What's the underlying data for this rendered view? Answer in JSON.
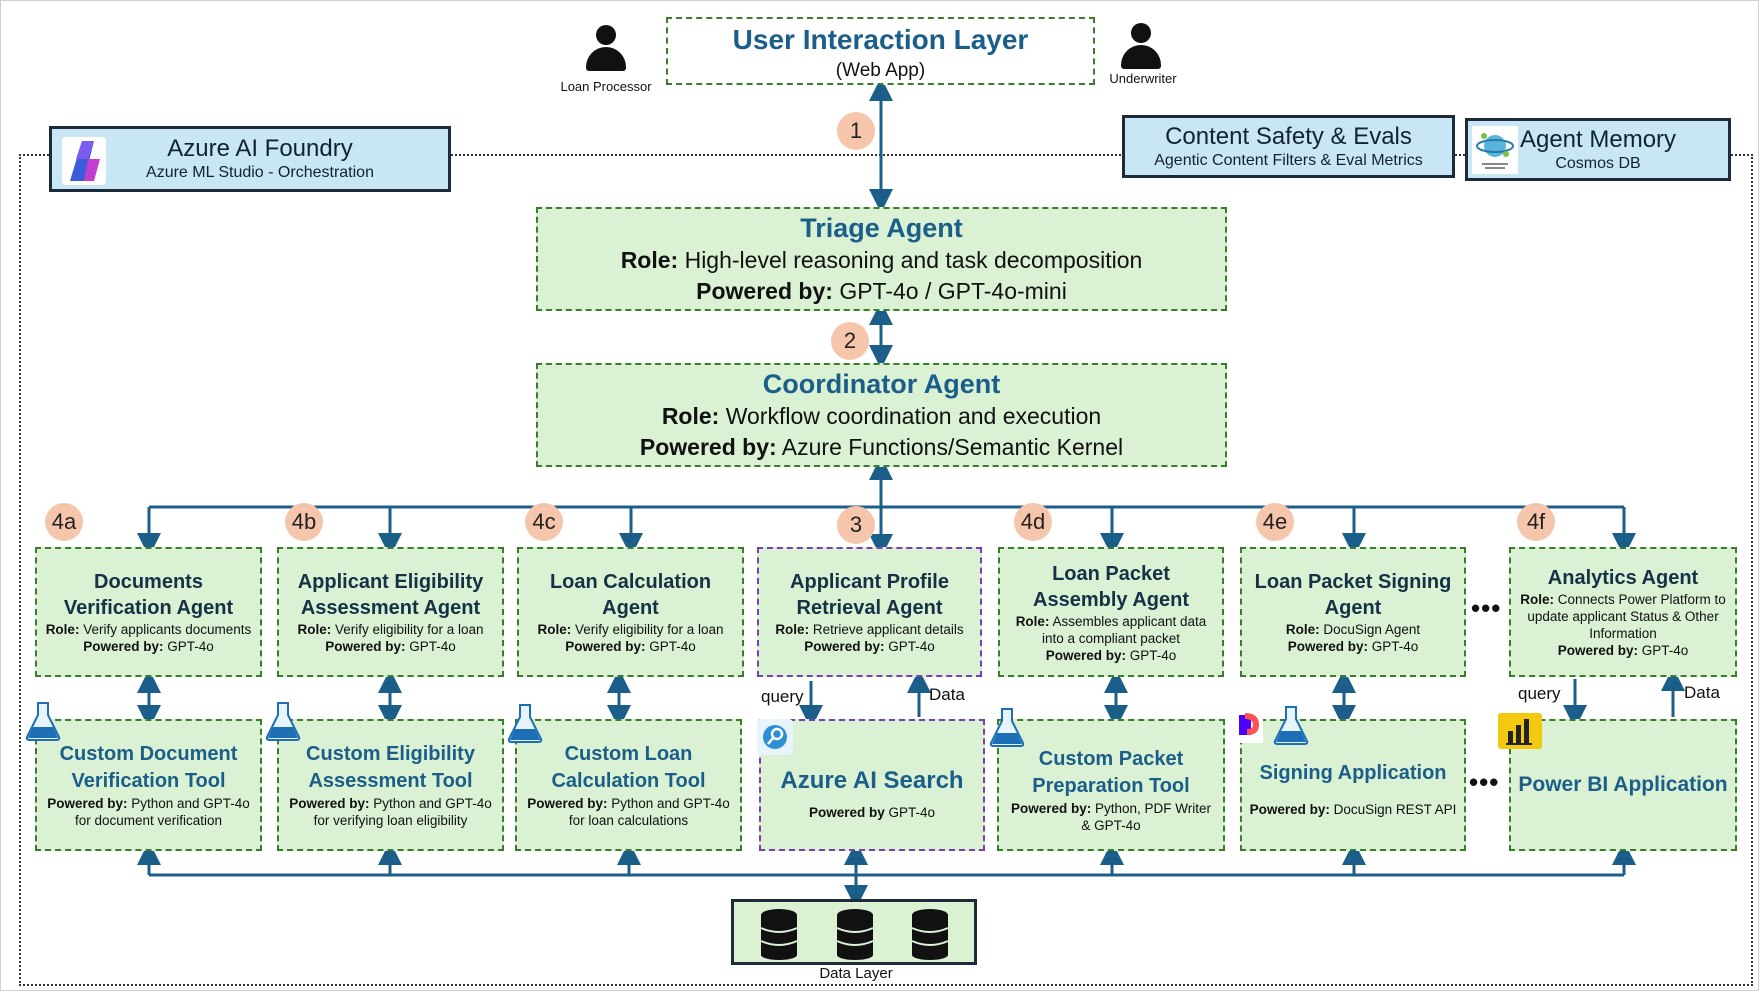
{
  "user_layer": {
    "title": "User Interaction Layer",
    "subtitle": "(Web App)"
  },
  "users": [
    {
      "label": "Loan Processor",
      "icon": "person-icon"
    },
    {
      "label": "Underwriter",
      "icon": "person-icon"
    }
  ],
  "foundry": {
    "title": "Azure AI Foundry",
    "subtitle": "Azure ML Studio - Orchestration",
    "icon": "azure-ai-foundry-icon"
  },
  "content_safety": {
    "title": "Content Safety & Evals",
    "subtitle": "Agentic Content Filters & Eval Metrics"
  },
  "agent_memory": {
    "title": "Agent Memory",
    "subtitle": "Cosmos DB",
    "icon": "cosmos-db-icon"
  },
  "triage": {
    "title": "Triage Agent",
    "role_label": "Role:",
    "role": "High-level reasoning and task decomposition",
    "powered_label": "Powered by:",
    "powered": "GPT-4o / GPT-4o-mini"
  },
  "coordinator": {
    "title": "Coordinator Agent",
    "role_label": "Role:",
    "role": "Workflow coordination and execution",
    "powered_label": "Powered by:",
    "powered": "Azure Functions/Semantic Kernel"
  },
  "badges": {
    "b1": "1",
    "b2": "2",
    "b3": "3",
    "b4a": "4a",
    "b4b": "4b",
    "b4c": "4c",
    "b4d": "4d",
    "b4e": "4e",
    "b4f": "4f"
  },
  "agents": [
    {
      "title": "Documents Verification Agent",
      "role_label": "Role:",
      "role": "Verify applicants documents",
      "powered_label": "Powered by:",
      "powered": "GPT-4o"
    },
    {
      "title": "Applicant Eligibility Assessment Agent",
      "role_label": "Role:",
      "role": "Verify eligibility for a loan",
      "powered_label": "Powered by:",
      "powered": "GPT-4o"
    },
    {
      "title": "Loan Calculation Agent",
      "role_label": "Role:",
      "role": "Verify eligibility for a loan",
      "powered_label": "Powered by:",
      "powered": "GPT-4o"
    },
    {
      "title": "Applicant Profile Retrieval Agent",
      "role_label": "Role:",
      "role": "Retrieve applicant details",
      "powered_label": "Powered by:",
      "powered": "GPT-4o"
    },
    {
      "title": "Loan Packet Assembly Agent",
      "role_label": "Role:",
      "role": "Assembles applicant data into a compliant packet",
      "powered_label": "Powered by:",
      "powered": "GPT-4o"
    },
    {
      "title": "Loan Packet Signing Agent",
      "role_label": "Role:",
      "role": "DocuSign Agent",
      "powered_label": "Powered by:",
      "powered": "GPT-4o"
    },
    {
      "title": "Analytics Agent",
      "role_label": "Role:",
      "role": "Connects Power Platform to update applicant Status & Other Information",
      "powered_label": "Powered by:",
      "powered": "GPT-4o"
    }
  ],
  "tools": [
    {
      "title": "Custom Document Verification Tool",
      "powered_label": "Powered by:",
      "powered": "Python and GPT-4o for document verification",
      "icon": "azure-ml-flask-icon"
    },
    {
      "title": "Custom Eligibility Assessment Tool",
      "powered_label": "Powered by:",
      "powered": "Python and GPT-4o for verifying loan eligibility",
      "icon": "azure-ml-flask-icon"
    },
    {
      "title": "Custom Loan Calculation Tool",
      "powered_label": "Powered by:",
      "powered": "Python and GPT-4o for loan calculations",
      "icon": "azure-ml-flask-icon"
    },
    {
      "title": "Azure AI Search",
      "powered_label": "Powered by",
      "powered": "GPT-4o",
      "icon": "azure-ai-search-icon"
    },
    {
      "title": "Custom Packet Preparation Tool",
      "powered_label": "Powered by:",
      "powered": "Python, PDF Writer & GPT-4o",
      "icon": "azure-ml-flask-icon"
    },
    {
      "title": "Signing Application",
      "powered_label": "Powered by:",
      "powered": "DocuSign REST API",
      "icon": "docusign-icon"
    },
    {
      "title": "Power BI Application",
      "powered_label": "",
      "powered": "",
      "icon": "power-bi-icon"
    }
  ],
  "edge_labels": {
    "query_left": "query",
    "data_left": "Data",
    "query_right": "query",
    "data_right": "Data"
  },
  "ellipsis": "•••",
  "data_layer": {
    "label": "Data Layer",
    "icon": "database-icon"
  },
  "colors": {
    "agent_fill": "#daf1d4",
    "agent_border": "#3a7d2a",
    "search_border": "#7a3fb0",
    "header_fill": "#c9e6f4",
    "title_blue": "#1b5e8a",
    "badge": "#f6c6ac",
    "wire": "#1b5e8a"
  }
}
